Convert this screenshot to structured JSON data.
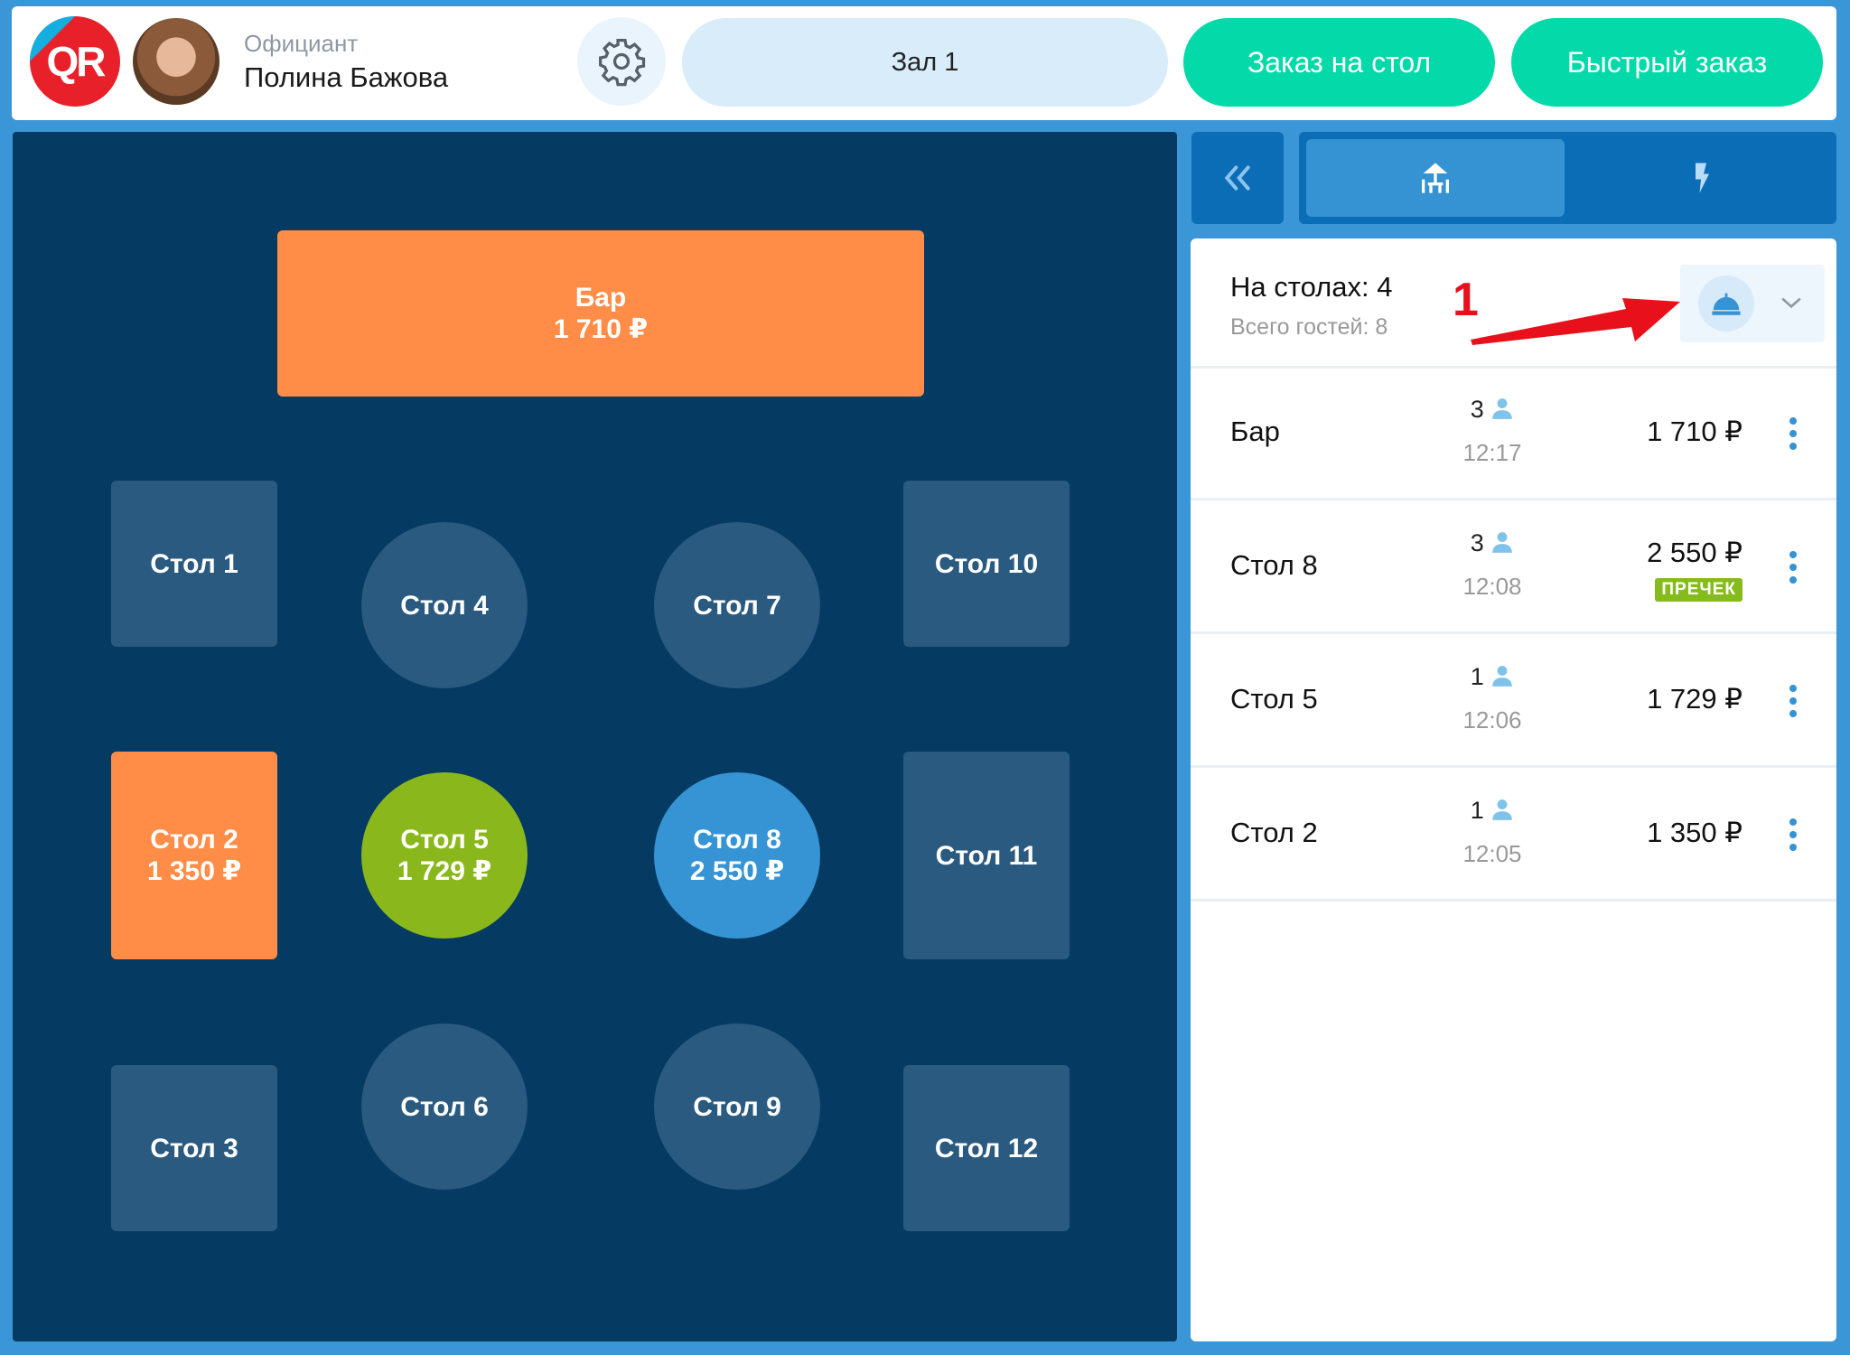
{
  "header": {
    "role": "Официант",
    "name": "Полина Бажова",
    "hall": "Зал 1",
    "order_to_table": "Заказ на стол",
    "quick_order": "Быстрый заказ",
    "logo_text": "QR"
  },
  "map": {
    "tiles": [
      {
        "label": "Бар",
        "amount": "1 710 ₽",
        "status": "occupied"
      },
      {
        "label": "Стол 1"
      },
      {
        "label": "Стол 4"
      },
      {
        "label": "Стол 7"
      },
      {
        "label": "Стол 10"
      },
      {
        "label": "Стол 2",
        "amount": "1 350 ₽",
        "status": "occupied"
      },
      {
        "label": "Стол 5",
        "amount": "1 729 ₽",
        "status": "precheck"
      },
      {
        "label": "Стол 8",
        "amount": "2 550 ₽",
        "status": "selected"
      },
      {
        "label": "Стол 11"
      },
      {
        "label": "Стол 3"
      },
      {
        "label": "Стол 6"
      },
      {
        "label": "Стол 9"
      },
      {
        "label": "Стол 12"
      }
    ]
  },
  "panel": {
    "on_tables": "На столах: 4",
    "total_guests": "Всего гостей: 8",
    "rows": [
      {
        "name": "Бар",
        "guests": "3",
        "time": "12:17",
        "amount": "1 710 ₽"
      },
      {
        "name": "Стол 8",
        "guests": "3",
        "time": "12:08",
        "amount": "2 550 ₽",
        "badge": "ПРЕЧЕК"
      },
      {
        "name": "Стол 5",
        "guests": "1",
        "time": "12:06",
        "amount": "1 729 ₽"
      },
      {
        "name": "Стол 2",
        "guests": "1",
        "time": "12:05",
        "amount": "1 350 ₽"
      }
    ]
  },
  "annotation": {
    "number": "1"
  },
  "colors": {
    "occupied": "#ff8c47",
    "precheck": "#8ab81c",
    "selected": "#3693d4",
    "free": "#2a5a7f",
    "accent": "#04d9a9"
  }
}
